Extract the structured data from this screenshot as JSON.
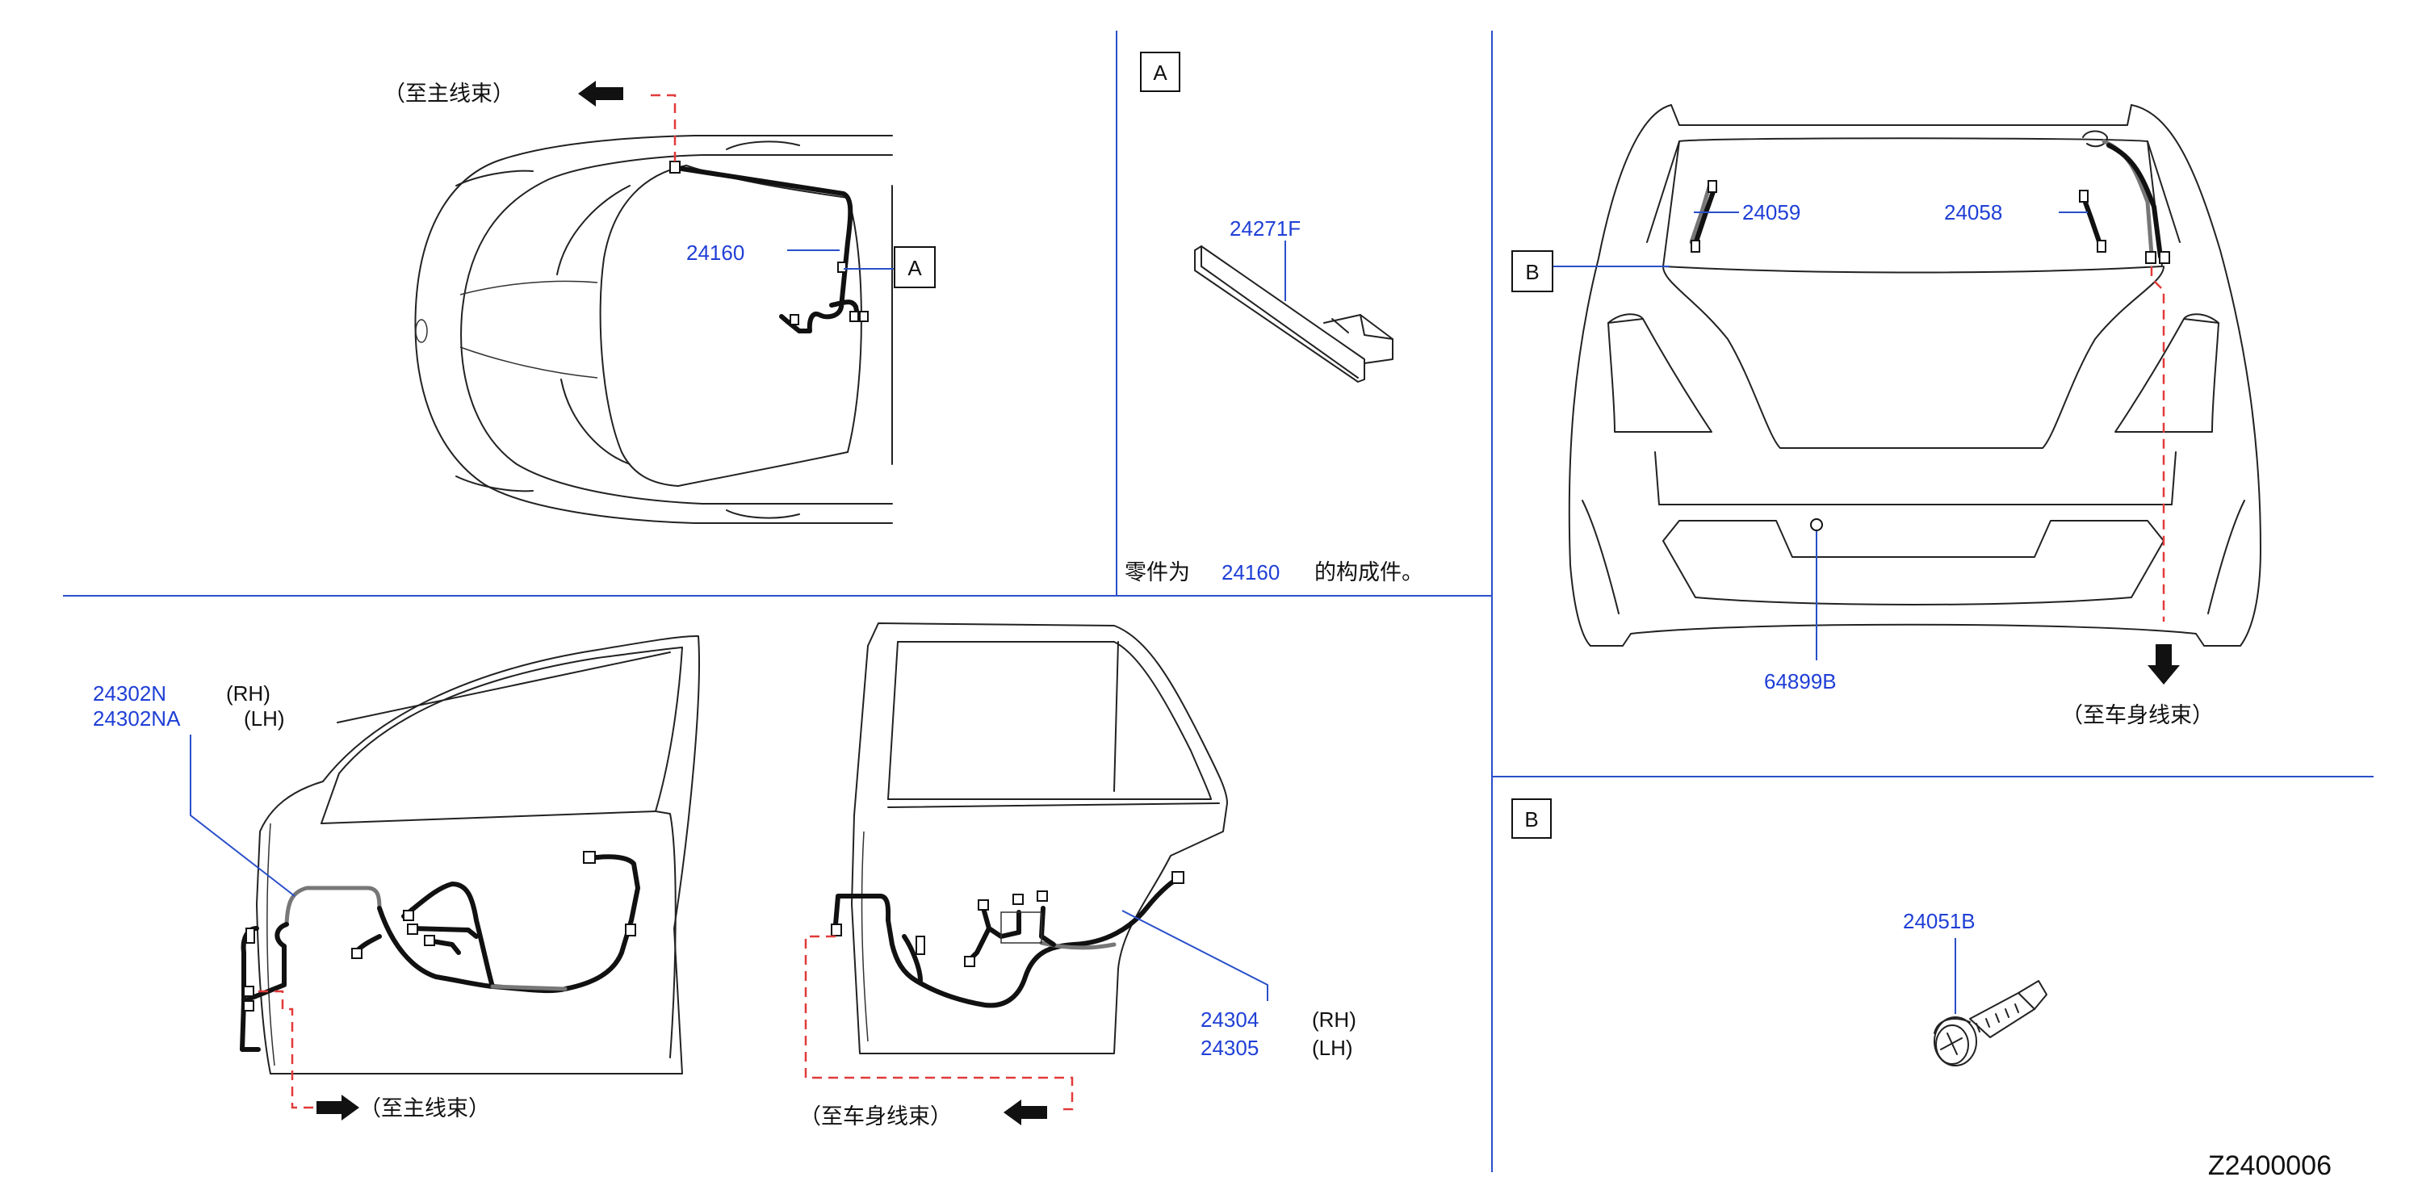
{
  "callouts": {
    "to_main_harness_top": "（至主线束）",
    "to_main_harness_front_door": "（至主线束）",
    "to_body_harness_rear_door": "（至车身线束）",
    "to_body_harness_back_door": "（至车身线束）"
  },
  "part_numbers": {
    "p24160": "24160",
    "p24271F": "24271F",
    "p24059": "24059",
    "p24058": "24058",
    "p64899B": "64899B",
    "p24051B": "24051B",
    "p24302N": "24302N",
    "p24302NA": "24302NA",
    "p24304": "24304",
    "p24305": "24305"
  },
  "side_labels": {
    "rh_1": "(RH)",
    "lh_1": "(LH)",
    "rh_2": "(RH)",
    "lh_2": "(LH)"
  },
  "view_boxes": {
    "a_top_view": "A",
    "a_detail": "A",
    "b_back_view": "B",
    "b_detail": "B"
  },
  "note": {
    "prefix": "零件为",
    "part": "24160",
    "suffix": "的构成件。"
  },
  "drawing_code": "Z2400006"
}
